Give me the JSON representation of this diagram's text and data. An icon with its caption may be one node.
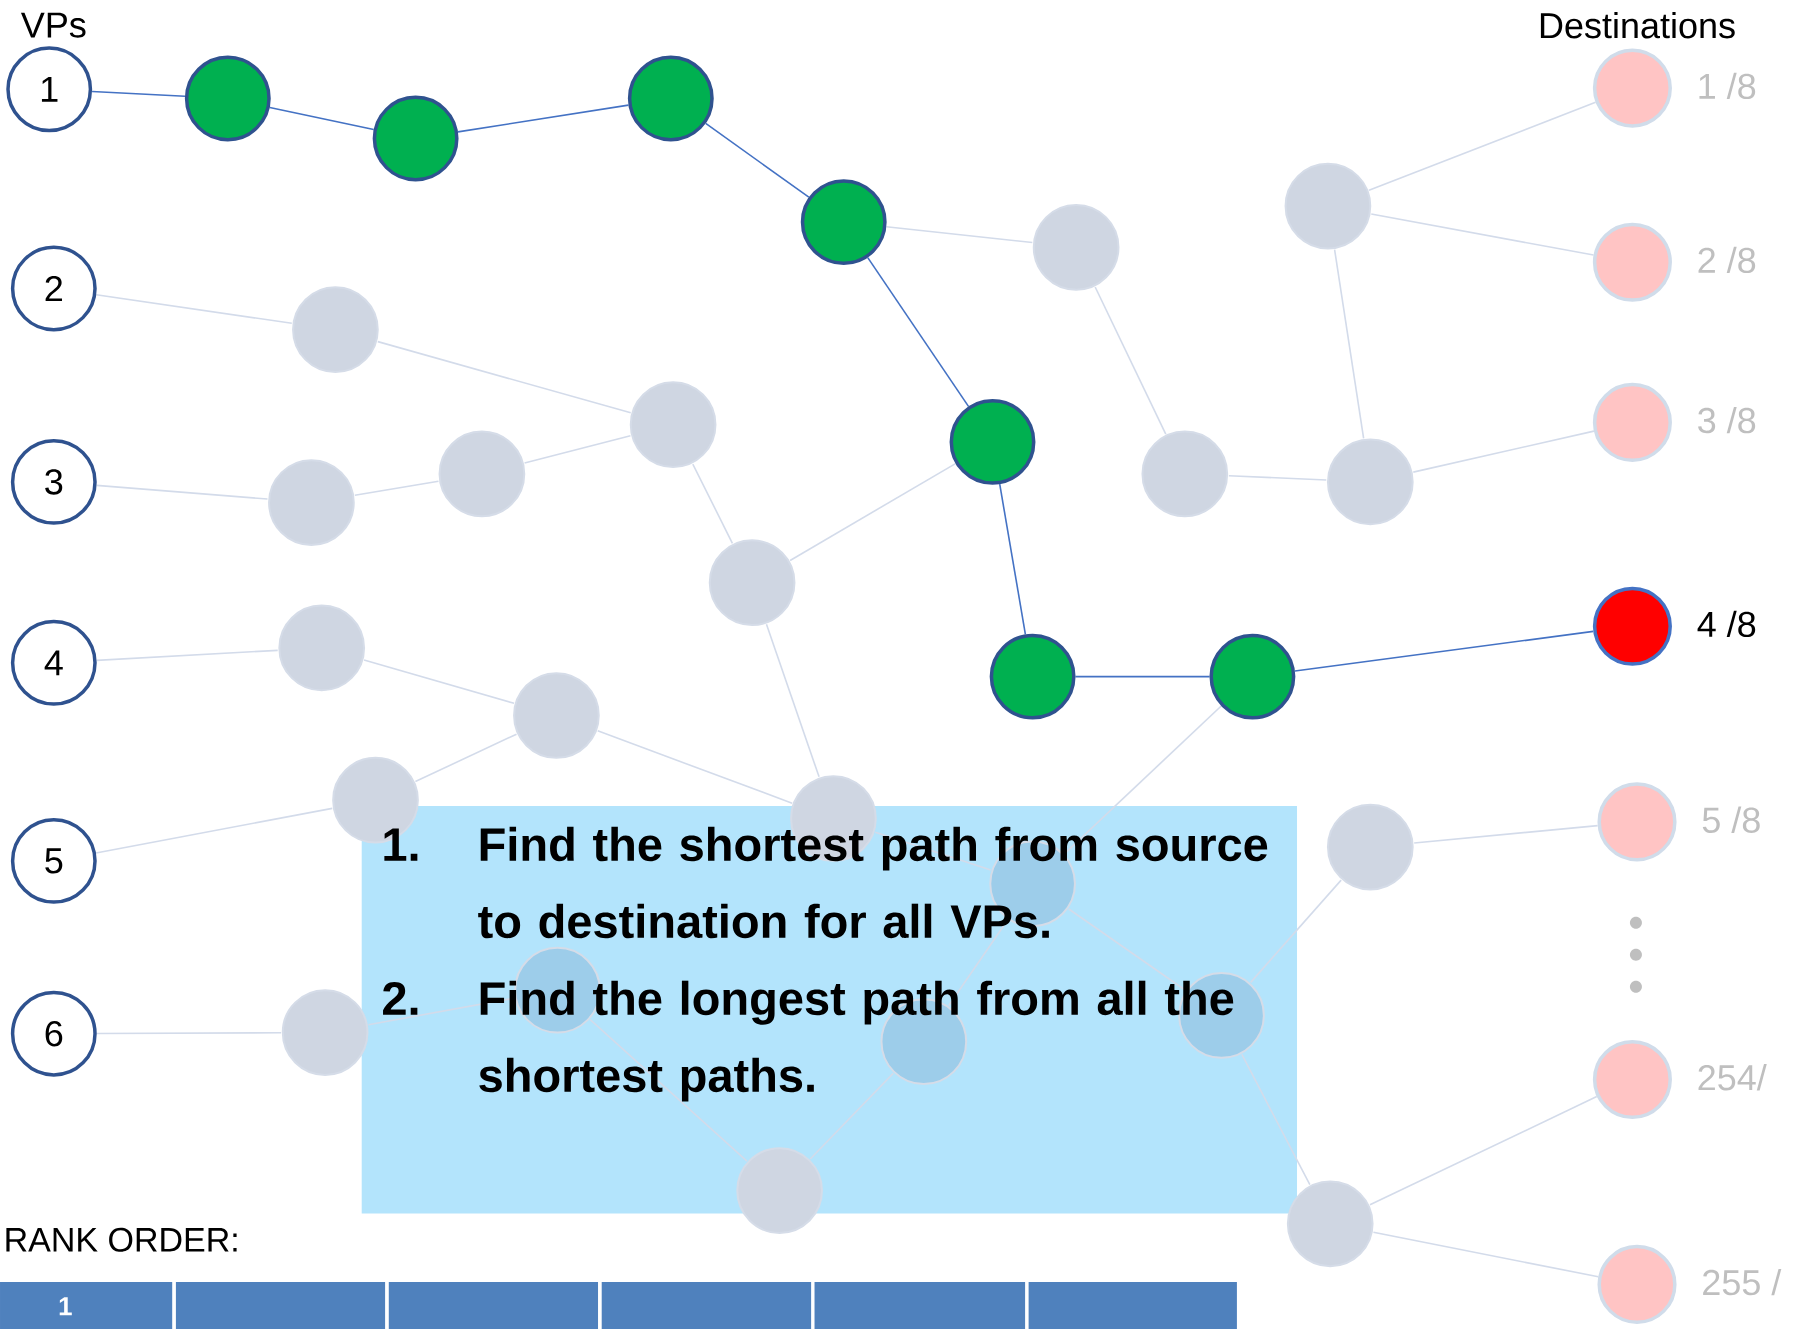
{
  "diagram": {
    "nodes": [
      {
        "text": [
          "1.",
          "Find the shortest path from source to destination for all VPs.",
          "2.",
          "Find the longest path from all the shortest paths."
        ]
      },
      {
        "text": [
          "1"
        ]
      },
      {
        "text": [
          "2"
        ]
      },
      {
        "text": [
          "3"
        ]
      },
      {
        "text": [
          "4"
        ]
      },
      {
        "text": [
          "5"
        ]
      },
      {
        "text": [
          "6"
        ]
      },
      {
        "text": [],
        "shape": "circle"
      },
      {
        "text": [],
        "shape": "circle"
      },
      {
        "text": [],
        "shape": "circle"
      },
      {
        "text": [],
        "shape": "circle"
      },
      {
        "text": [],
        "shape": "circle"
      },
      {
        "text": [],
        "shape": "circle"
      },
      {
        "text": [],
        "shape": "circle"
      },
      {
        "text": [],
        "shape": "circle"
      },
      {
        "text": [],
        "shape": "circle"
      },
      {
        "text": [],
        "shape": "circle"
      },
      {
        "text": [],
        "shape": "circle"
      },
      {
        "text": [],
        "shape": "circle"
      },
      {
        "text": [],
        "shape": "circle"
      },
      {
        "text": [],
        "shape": "circle"
      },
      {
        "text": [],
        "shape": "circle"
      },
      {
        "text": [],
        "shape": "circle"
      },
      {
        "text": [],
        "shape": "circle"
      },
      {
        "text": [],
        "shape": "circle"
      },
      {
        "text": [],
        "shape": "circle"
      },
      {
        "text": [],
        "shape": "circle"
      },
      {
        "text": [],
        "shape": "circle"
      },
      {
        "text": [],
        "shape": "circle",
        "in": 0
      },
      {
        "text": [],
        "shape": "circle",
        "in": 0
      },
      {
        "text": [],
        "shape": "circle",
        "in": 0
      },
      {
        "text": [],
        "shape": "circle"
      },
      {
        "text": [],
        "shape": "circle",
        "in": 0
      },
      {
        "text": [],
        "shape": "circle"
      },
      {
        "text": [],
        "shape": "circle"
      },
      {
        "text": [],
        "shape": "circle",
        "beside": [
          "1 /8"
        ]
      },
      {
        "text": [],
        "shape": "circle",
        "beside": [
          "2 /8"
        ]
      },
      {
        "text": [],
        "shape": "circle",
        "beside": [
          "3 /8"
        ]
      },
      {
        "text": [],
        "shape": "circle",
        "beside": [
          "4 /8"
        ]
      },
      {
        "text": [],
        "shape": "circle",
        "beside": [
          "5 /8"
        ]
      },
      {
        "text": [],
        "shape": "circle",
        "beside": [
          "254/"
        ]
      },
      {
        "text": [],
        "shape": "circle",
        "beside": [
          "255 /"
        ]
      }
    ],
    "edges": [
      {
        "from": 1,
        "to": 7,
        "arrow": "none",
        "color": "#4472c4"
      },
      {
        "from": 7,
        "to": 8,
        "arrow": "none",
        "color": "#4472c4"
      },
      {
        "from": 8,
        "to": 9,
        "arrow": "none",
        "color": "#4472c4"
      },
      {
        "from": 9,
        "to": 10,
        "arrow": "none",
        "color": "#4472c4"
      },
      {
        "from": 10,
        "to": 11,
        "arrow": "none",
        "color": "#4472c4"
      },
      {
        "from": 11,
        "to": 12,
        "arrow": "none",
        "color": "#4472c4"
      },
      {
        "from": 12,
        "to": 13,
        "arrow": "none",
        "color": "#4472c4"
      },
      {
        "from": 13,
        "to": 38,
        "arrow": "none",
        "color": "#4472c4"
      },
      {
        "from": 10,
        "to": 15,
        "arrow": "none"
      },
      {
        "from": 11,
        "to": 22,
        "arrow": "none"
      },
      {
        "from": 13,
        "to": 28,
        "arrow": "none"
      },
      {
        "from": 2,
        "to": 16,
        "arrow": "none"
      },
      {
        "from": 16,
        "to": 17,
        "arrow": "none"
      },
      {
        "from": 3,
        "to": 21,
        "arrow": "none"
      },
      {
        "from": 21,
        "to": 18,
        "arrow": "none"
      },
      {
        "from": 18,
        "to": 17,
        "arrow": "none"
      },
      {
        "from": 17,
        "to": 22,
        "arrow": "none"
      },
      {
        "from": 22,
        "to": 26,
        "arrow": "none"
      },
      {
        "from": 4,
        "to": 23,
        "arrow": "none"
      },
      {
        "from": 23,
        "to": 24,
        "arrow": "none"
      },
      {
        "from": 24,
        "to": 26,
        "arrow": "none"
      },
      {
        "from": 24,
        "to": 25,
        "arrow": "none"
      },
      {
        "from": 5,
        "to": 25,
        "arrow": "none"
      },
      {
        "from": 26,
        "to": 28,
        "arrow": "none"
      },
      {
        "from": 28,
        "to": 30,
        "arrow": "none"
      },
      {
        "from": 30,
        "to": 27,
        "arrow": "none"
      },
      {
        "from": 30,
        "to": 34,
        "arrow": "none"
      },
      {
        "from": 28,
        "to": 32,
        "arrow": "none"
      },
      {
        "from": 32,
        "to": 33,
        "arrow": "none"
      },
      {
        "from": 6,
        "to": 31,
        "arrow": "none"
      },
      {
        "from": 31,
        "to": 29,
        "arrow": "none"
      },
      {
        "from": 29,
        "to": 33,
        "arrow": "none"
      },
      {
        "from": 15,
        "to": 19,
        "arrow": "none"
      },
      {
        "from": 19,
        "to": 20,
        "arrow": "none"
      },
      {
        "from": 14,
        "to": 20,
        "arrow": "none"
      },
      {
        "from": 14,
        "to": 35,
        "arrow": "none"
      },
      {
        "from": 14,
        "to": 36,
        "arrow": "none"
      },
      {
        "from": 20,
        "to": 37,
        "arrow": "none"
      },
      {
        "from": 27,
        "to": 39,
        "arrow": "none"
      },
      {
        "from": 34,
        "to": 40,
        "arrow": "none"
      },
      {
        "from": 34,
        "to": 41,
        "arrow": "none"
      }
    ],
    "labels": [
      "VPs",
      "Destinations",
      "RANK ORDER:",
      "1"
    ]
  }
}
